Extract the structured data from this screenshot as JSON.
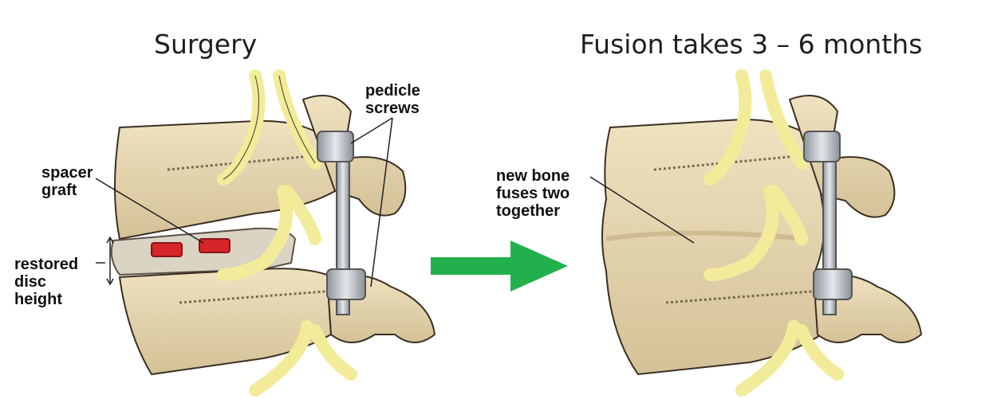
{
  "panels": {
    "left": {
      "title": "Surgery",
      "labels": {
        "pedicle_screws": "pedicle\nscrews",
        "spacer_graft": "spacer\ngraft",
        "restored_disc_height": "restored\ndisc\nheight"
      }
    },
    "right": {
      "title": "Fusion takes 3 – 6 months",
      "labels": {
        "new_bone": "new bone\nfuses two\ntogether"
      }
    }
  },
  "colors": {
    "bone": "#e6d7b1",
    "bone_shade": "#c9b588",
    "bone_outline": "#3a2f22",
    "nerve": "#f2ec9a",
    "metal": "#c8ccd0",
    "graft_red": "#d6262a",
    "arrow": "#21b04b"
  },
  "icons": [
    "arrow-right-icon"
  ]
}
